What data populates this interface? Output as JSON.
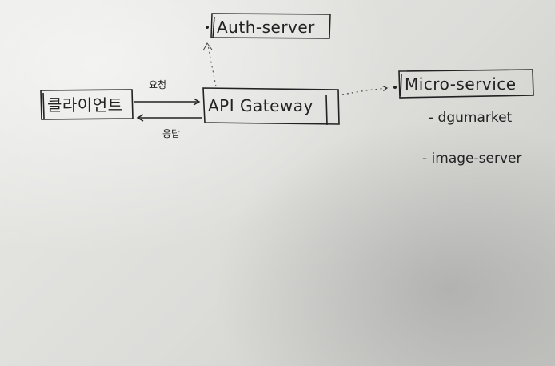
{
  "nodes": {
    "client": {
      "label": "클라이언트"
    },
    "gateway": {
      "label": "API Gateway"
    },
    "auth": {
      "label": "Auth-server"
    },
    "micro": {
      "label": "Micro-service"
    }
  },
  "edges": {
    "request": {
      "label": "요청"
    },
    "response": {
      "label": "응답"
    }
  },
  "services": [
    {
      "label": "- dgumarket"
    },
    {
      "label": "- image-server"
    }
  ],
  "colors": {
    "ink": "#222222",
    "paper": "#e4e4e1"
  }
}
